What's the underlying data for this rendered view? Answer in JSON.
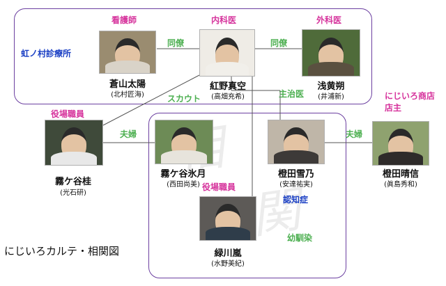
{
  "title": "にじいろカルテ・相関図",
  "regions": {
    "clinic": "虹ノ村診療所"
  },
  "people": {
    "aoyama": {
      "role": "看護師",
      "name": "蒼山太陽",
      "actor": "(北村匠海)"
    },
    "kureno": {
      "role": "内科医",
      "name": "紅野真空",
      "actor": "(高畑充希)"
    },
    "asagi": {
      "role": "外科医",
      "name": "浅黄朔",
      "actor": "(井浦新)"
    },
    "kirigaya_kei": {
      "role": "役場職員",
      "name": "霧ケ谷桂",
      "actor": "(光石研)"
    },
    "kirigaya_hizuki": {
      "name": "霧ケ谷氷月",
      "actor": "(西田尚美)"
    },
    "yukino": {
      "name": "橙田雪乃",
      "actor": "(安達祐実)"
    },
    "harunobu": {
      "role": "にじいろ商店\n店主",
      "name": "橙田晴信",
      "actor": "(眞島秀和)"
    },
    "midorikawa": {
      "role": "役場職員",
      "name": "緑川嵐",
      "actor": "(水野美紀)"
    }
  },
  "relations": {
    "aoyama_kureno": "同僚",
    "kureno_asagi": "同僚",
    "scout": "スカウト",
    "attending": "主治医",
    "kirigaya_couple": "夫婦",
    "daida_couple": "夫婦",
    "dementia": "認知症",
    "childhood_friend": "幼馴染"
  }
}
